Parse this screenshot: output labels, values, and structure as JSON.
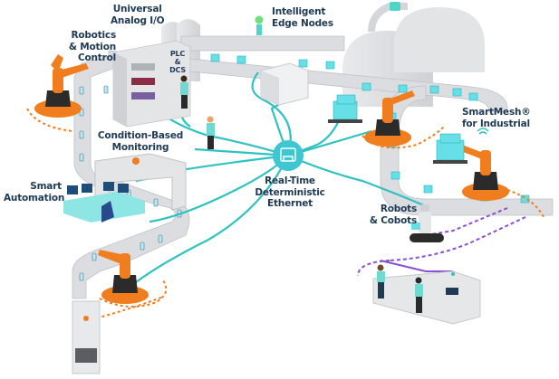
{
  "title": "Industrial connectivity overview",
  "colors": {
    "network_teal": "#2fc2c0",
    "hub_teal": "#3ec7d0",
    "robot_orange": "#f07d1e",
    "robot_dark": "#2b2b2b",
    "conveyor_gray": "#d9dadc",
    "agv_path_purple": "#8a4fd6",
    "label_navy": "#1f3a55",
    "box_cyan": "#66e0e6"
  },
  "labels": {
    "universal_analog_io": "Universal\nAnalog I/O",
    "robotics_motion_control": "Robotics\n& Motion\nControl",
    "intelligent_edge_nodes": "Intelligent\nEdge Nodes",
    "smartmesh": "SmartMesh®\nfor Industrial",
    "condition_based_monitoring": "Condition-Based\nMonitoring",
    "smart_automation": "Smart\nAutomation",
    "real_time_ethernet": "Real-Time\nDeterministic\nEthernet",
    "robots_cobots": "Robots\n& Cobots",
    "plc_dcs": "PLC\n&\nDCS"
  },
  "hub": {
    "icon": "ethernet-port-icon"
  }
}
